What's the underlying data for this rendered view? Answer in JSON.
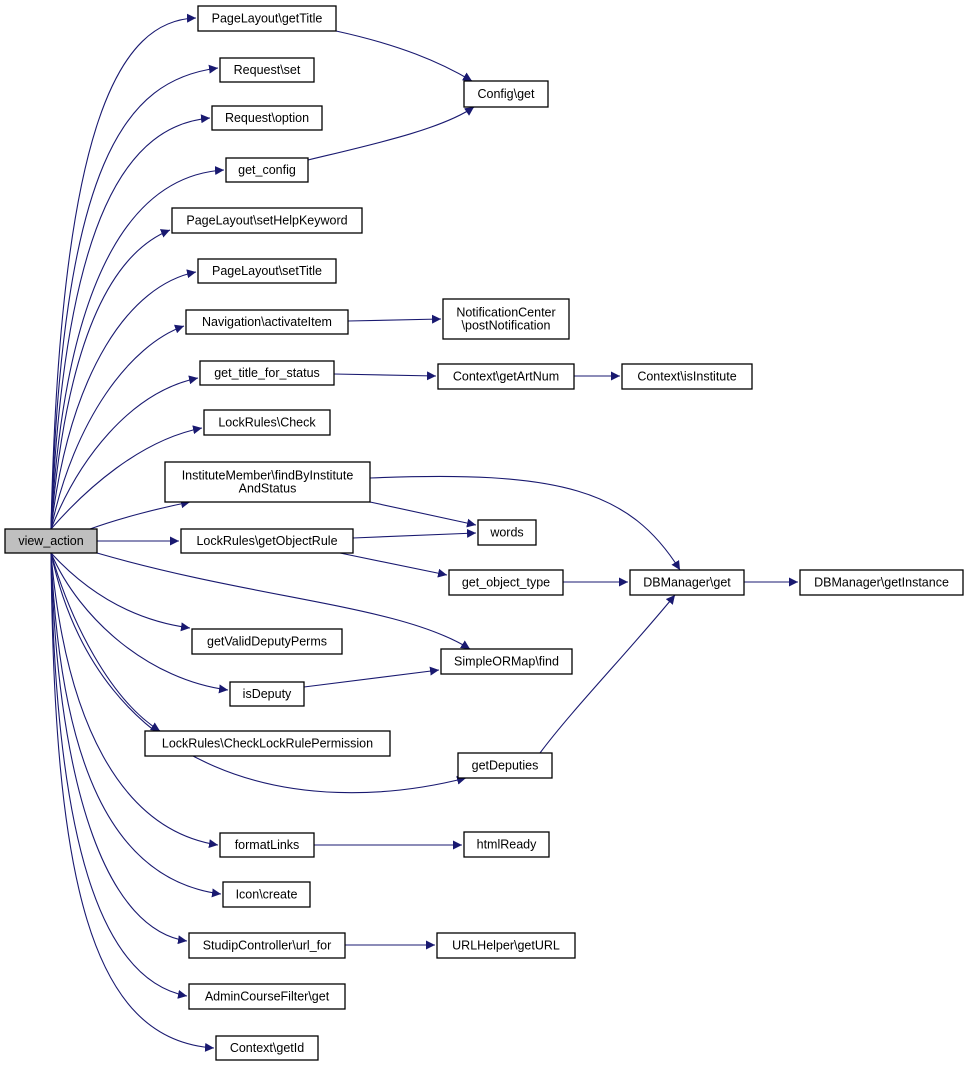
{
  "graph": {
    "edge_color": "#191970",
    "node_fill": "#ffffff",
    "root_fill": "#bfbfbf",
    "nodes": [
      {
        "id": "view_action",
        "lines": [
          "view_action"
        ],
        "root": true
      },
      {
        "id": "pagelayout_gettitle",
        "lines": [
          "PageLayout\\getTitle"
        ]
      },
      {
        "id": "request_set",
        "lines": [
          "Request\\set"
        ]
      },
      {
        "id": "request_option",
        "lines": [
          "Request\\option"
        ]
      },
      {
        "id": "get_config",
        "lines": [
          "get_config"
        ]
      },
      {
        "id": "pagelayout_sethelpkeyword",
        "lines": [
          "PageLayout\\setHelpKeyword"
        ]
      },
      {
        "id": "pagelayout_settitle",
        "lines": [
          "PageLayout\\setTitle"
        ]
      },
      {
        "id": "navigation_activateitem",
        "lines": [
          "Navigation\\activateItem"
        ]
      },
      {
        "id": "get_title_for_status",
        "lines": [
          "get_title_for_status"
        ]
      },
      {
        "id": "lockrules_check",
        "lines": [
          "LockRules\\Check"
        ]
      },
      {
        "id": "institutemember_findbyinstituteandstatus",
        "lines": [
          "InstituteMember\\findByInstitute",
          "AndStatus"
        ]
      },
      {
        "id": "lockrules_getobjectrule",
        "lines": [
          "LockRules\\getObjectRule"
        ]
      },
      {
        "id": "getvaliddeputyperms",
        "lines": [
          "getValidDeputyPerms"
        ]
      },
      {
        "id": "isdeputy",
        "lines": [
          "isDeputy"
        ]
      },
      {
        "id": "lockrules_checklockrulepermission",
        "lines": [
          "LockRules\\CheckLockRulePermission"
        ]
      },
      {
        "id": "getdeputies",
        "lines": [
          "getDeputies"
        ]
      },
      {
        "id": "formatlinks",
        "lines": [
          "formatLinks"
        ]
      },
      {
        "id": "icon_create",
        "lines": [
          "Icon\\create"
        ]
      },
      {
        "id": "studipcontroller_url_for",
        "lines": [
          "StudipController\\url_for"
        ]
      },
      {
        "id": "admincoursefilter_get",
        "lines": [
          "AdminCourseFilter\\get"
        ]
      },
      {
        "id": "context_getid",
        "lines": [
          "Context\\getId"
        ]
      },
      {
        "id": "config_get",
        "lines": [
          "Config\\get"
        ]
      },
      {
        "id": "notificationcenter_postnotification",
        "lines": [
          "NotificationCenter",
          "\\postNotification"
        ]
      },
      {
        "id": "context_getartnum",
        "lines": [
          "Context\\getArtNum"
        ]
      },
      {
        "id": "context_isinstitute",
        "lines": [
          "Context\\isInstitute"
        ]
      },
      {
        "id": "words",
        "lines": [
          "words"
        ]
      },
      {
        "id": "get_object_type",
        "lines": [
          "get_object_type"
        ]
      },
      {
        "id": "simpleormap_find",
        "lines": [
          "SimpleORMap\\find"
        ]
      },
      {
        "id": "htmlready",
        "lines": [
          "htmlReady"
        ]
      },
      {
        "id": "urlhelper_geturl",
        "lines": [
          "URLHelper\\getURL"
        ]
      },
      {
        "id": "dbmanager_get",
        "lines": [
          "DBManager\\get"
        ]
      },
      {
        "id": "dbmanager_getinstance",
        "lines": [
          "DBManager\\getInstance"
        ]
      }
    ],
    "edges": [
      {
        "from": "view_action",
        "to": "pagelayout_gettitle"
      },
      {
        "from": "view_action",
        "to": "request_set"
      },
      {
        "from": "view_action",
        "to": "request_option"
      },
      {
        "from": "view_action",
        "to": "get_config"
      },
      {
        "from": "view_action",
        "to": "pagelayout_sethelpkeyword"
      },
      {
        "from": "view_action",
        "to": "pagelayout_settitle"
      },
      {
        "from": "view_action",
        "to": "navigation_activateitem"
      },
      {
        "from": "view_action",
        "to": "get_title_for_status"
      },
      {
        "from": "view_action",
        "to": "lockrules_check"
      },
      {
        "from": "view_action",
        "to": "institutemember_findbyinstituteandstatus"
      },
      {
        "from": "view_action",
        "to": "lockrules_getobjectrule"
      },
      {
        "from": "view_action",
        "to": "simpleormap_find"
      },
      {
        "from": "view_action",
        "to": "getvaliddeputyperms"
      },
      {
        "from": "view_action",
        "to": "isdeputy"
      },
      {
        "from": "view_action",
        "to": "lockrules_checklockrulepermission"
      },
      {
        "from": "view_action",
        "to": "getdeputies"
      },
      {
        "from": "view_action",
        "to": "formatlinks"
      },
      {
        "from": "view_action",
        "to": "icon_create"
      },
      {
        "from": "view_action",
        "to": "studipcontroller_url_for"
      },
      {
        "from": "view_action",
        "to": "admincoursefilter_get"
      },
      {
        "from": "view_action",
        "to": "context_getid"
      },
      {
        "from": "pagelayout_gettitle",
        "to": "config_get"
      },
      {
        "from": "get_config",
        "to": "config_get"
      },
      {
        "from": "navigation_activateitem",
        "to": "notificationcenter_postnotification"
      },
      {
        "from": "get_title_for_status",
        "to": "context_getartnum"
      },
      {
        "from": "context_getartnum",
        "to": "context_isinstitute"
      },
      {
        "from": "institutemember_findbyinstituteandstatus",
        "to": "words"
      },
      {
        "from": "institutemember_findbyinstituteandstatus",
        "to": "dbmanager_get"
      },
      {
        "from": "lockrules_getobjectrule",
        "to": "words"
      },
      {
        "from": "lockrules_getobjectrule",
        "to": "get_object_type"
      },
      {
        "from": "get_object_type",
        "to": "dbmanager_get"
      },
      {
        "from": "dbmanager_get",
        "to": "dbmanager_getinstance"
      },
      {
        "from": "isdeputy",
        "to": "simpleormap_find"
      },
      {
        "from": "getdeputies",
        "to": "dbmanager_get"
      },
      {
        "from": "formatlinks",
        "to": "htmlready"
      },
      {
        "from": "studipcontroller_url_for",
        "to": "urlhelper_geturl"
      }
    ]
  }
}
